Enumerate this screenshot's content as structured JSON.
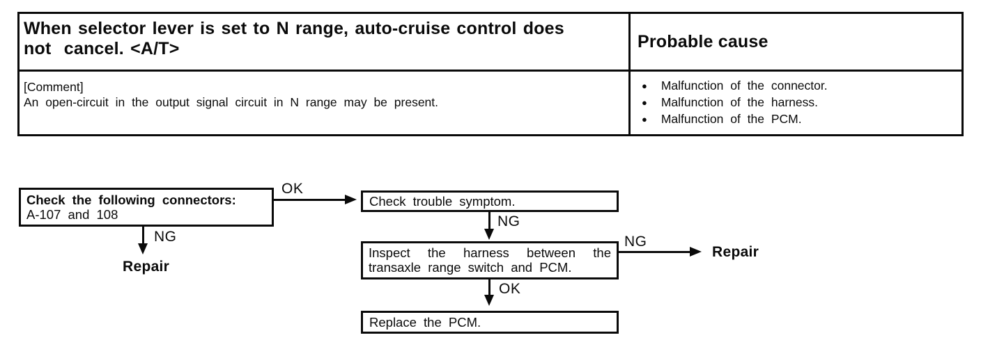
{
  "icons": {
    "bullet": "●"
  },
  "table": {
    "header": {
      "symptom_line1": "When selector lever is set to N range, auto-cruise control does",
      "symptom_line2": "not  cancel. <A/T>",
      "probable_cause": "Probable cause"
    },
    "body": {
      "comment_label": "[Comment]",
      "comment_text": "An open-circuit in the output signal circuit in N range may be present.",
      "causes": [
        "Malfunction of the connector.",
        "Malfunction of the harness.",
        "Malfunction of the PCM."
      ]
    }
  },
  "flowchart": {
    "box1": {
      "line1": "Check the following connectors:",
      "line2": "A-107 and 108"
    },
    "box2": {
      "text": "Check trouble symptom."
    },
    "box3": {
      "text": "Inspect the harness between the transaxle range switch and PCM."
    },
    "box4": {
      "text": "Replace the PCM."
    },
    "labels": {
      "ok_box1_to_box2": "OK",
      "ng_box1_down": "NG",
      "ng_box2_down": "NG",
      "ng_box3_right": "NG",
      "ok_box3_down": "OK"
    },
    "results": {
      "repair_left": "Repair",
      "repair_right": "Repair"
    }
  }
}
